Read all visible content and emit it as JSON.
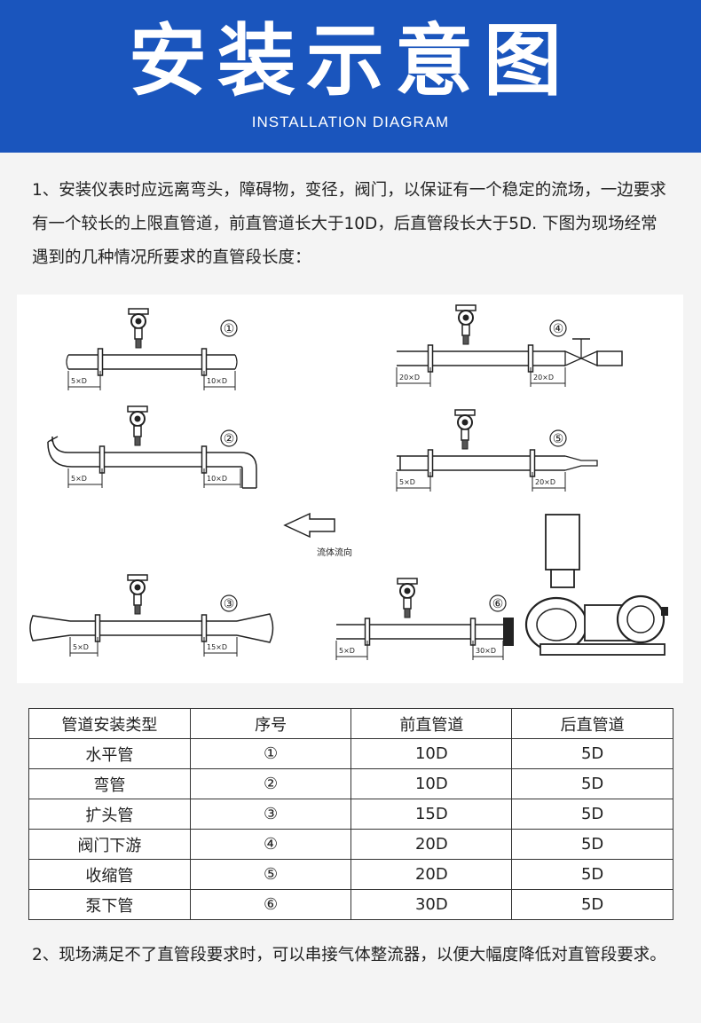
{
  "banner": {
    "title": "安装示意图",
    "subtitle": "INSTALLATION DIAGRAM",
    "color": "#1a55bd"
  },
  "intro_text": "1、安装仪表时应远离弯头，障碍物，变径，阀门，以保证有一个稳定的流场，一边要求有一个较长的上限直管道，前直管道长大于10D，后直管段长大于5D. 下图为现场经常遇到的几种情况所要求的直管段长度：",
  "diagram": {
    "flow_label": "流体流向",
    "cases": [
      {
        "num": "①",
        "left_label": "5×D",
        "right_label": "10×D"
      },
      {
        "num": "②",
        "left_label": "5×D",
        "right_label": "10×D"
      },
      {
        "num": "③",
        "left_label": "5×D",
        "right_label": "15×D"
      },
      {
        "num": "④",
        "left_label": "20×D",
        "right_label": "20×D"
      },
      {
        "num": "⑤",
        "left_label": "5×D",
        "right_label": "20×D"
      },
      {
        "num": "⑥",
        "left_label": "5×D",
        "right_label": "30×D"
      }
    ]
  },
  "table": {
    "headers": [
      "管道安装类型",
      "序号",
      "前直管道",
      "后直管道"
    ],
    "rows": [
      [
        "水平管",
        "①",
        "10D",
        "5D"
      ],
      [
        "弯管",
        "②",
        "10D",
        "5D"
      ],
      [
        "扩头管",
        "③",
        "15D",
        "5D"
      ],
      [
        "阀门下游",
        "④",
        "20D",
        "5D"
      ],
      [
        "收缩管",
        "⑤",
        "20D",
        "5D"
      ],
      [
        "泵下管",
        "⑥",
        "30D",
        "5D"
      ]
    ]
  },
  "note_text": "2、现场满足不了直管段要求时，可以串接气体整流器，以便大幅度降低对直管段要求。"
}
